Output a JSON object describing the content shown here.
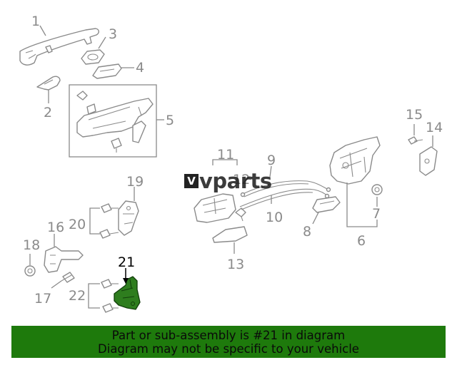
{
  "watermark": {
    "mark": "V",
    "text": "vparts"
  },
  "callouts": {
    "c1": "1",
    "c2": "2",
    "c3": "3",
    "c4": "4",
    "c5": "5",
    "c6": "6",
    "c7": "7",
    "c8": "8",
    "c9": "9",
    "c10": "10",
    "c11": "11",
    "c12": "12",
    "c13": "13",
    "c14": "14",
    "c15": "15",
    "c16": "16",
    "c17": "17",
    "c18": "18",
    "c19": "19",
    "c20": "20",
    "c21": "21",
    "c22": "22"
  },
  "highlighted_part": "21",
  "colors": {
    "highlight": "#2e7d1e",
    "banner": "#1e7a0c",
    "line": "#8a8a8a"
  },
  "banner": {
    "line1": "Part or sub-assembly is #21 in diagram",
    "line2": "Diagram may not be specific to your vehicle"
  }
}
